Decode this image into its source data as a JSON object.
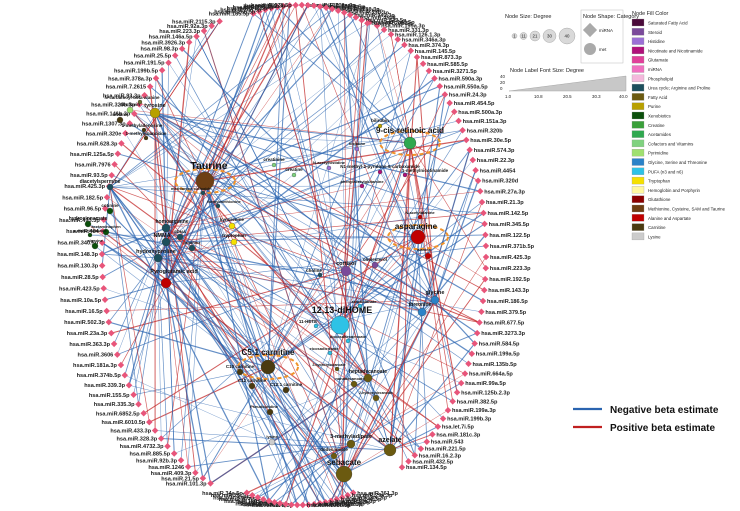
{
  "metabolites": [
    {
      "name": "Taurine",
      "fs": 10.5,
      "color": "#6e3f14"
    },
    {
      "name": "9-cis-retinoic acid",
      "fs": 8,
      "color": "#2fa84f"
    },
    {
      "name": "asparagine",
      "fs": 8,
      "color": "#c00000"
    },
    {
      "name": "12,13-diHOME",
      "fs": 9,
      "color": "#2ec2e6"
    },
    {
      "name": "C5:1 carnitine",
      "fs": 8,
      "color": "#4a3a10"
    },
    {
      "name": "sebacate",
      "fs": 8,
      "color": "#6b5a10"
    },
    {
      "name": "azelate",
      "fs": 7,
      "color": "#6b5a10"
    },
    {
      "name": "3-methyladipate",
      "fs": 5.5,
      "color": "#6b5a10"
    },
    {
      "name": "dodecanoate",
      "fs": 4.5,
      "color": "#6b5a10"
    },
    {
      "name": "Pyroglutamic acid",
      "fs": 5.5,
      "color": "#c00000"
    },
    {
      "name": "hydroxyproline",
      "fs": 5.5,
      "color": "#1c4f5c"
    },
    {
      "name": "NMMA",
      "fs": 5.5,
      "color": "#1c4f5c"
    },
    {
      "name": "homoarginine",
      "fs": 5,
      "color": "#1c4f5c"
    },
    {
      "name": "ornithine",
      "fs": 4,
      "color": "#1c4f5c"
    },
    {
      "name": "SDMA",
      "fs": 4,
      "color": "#1c4f5c"
    },
    {
      "name": "tyrosine",
      "fs": 5.5,
      "color": "#b8a000"
    },
    {
      "name": "diacetylspermine",
      "fs": 5,
      "color": "#1c4f5c"
    },
    {
      "name": "cortisol",
      "fs": 5.5,
      "color": "#7a4a9a"
    },
    {
      "name": "cholesterol",
      "fs": 4.5,
      "color": "#7a4a9a"
    },
    {
      "name": "glycine",
      "fs": 5.5,
      "color": "#2a82c8"
    },
    {
      "name": "threonine",
      "fs": 5,
      "color": "#2a82c8"
    },
    {
      "name": "alanine",
      "fs": 4,
      "color": "#c00000"
    },
    {
      "name": "heptadecanoate",
      "fs": 5,
      "color": "#6b5a10"
    },
    {
      "name": "nonadecanoate",
      "fs": 4,
      "color": "#6b5a10"
    },
    {
      "name": "2-hydroxyoctanoate",
      "fs": 3.5,
      "color": "#6b5a10"
    },
    {
      "name": "2-hydroxydecanoate",
      "fs": 3.5,
      "color": "#6b5a10"
    },
    {
      "name": "C10 carnitine",
      "fs": 4.5,
      "color": "#4a3a10"
    },
    {
      "name": "C12 carnitine",
      "fs": 4.5,
      "color": "#4a3a10"
    },
    {
      "name": "C12:1 carnitine",
      "fs": 4.5,
      "color": "#4a3a10"
    },
    {
      "name": "Pseudouridine",
      "fs": 4,
      "color": "#4a3a10"
    },
    {
      "name": "lysine",
      "fs": 4,
      "color": "#cccccc"
    },
    {
      "name": "choline",
      "fs": 4.5,
      "color": "#1c4f5c"
    },
    {
      "name": "11-HETE",
      "fs": 4.5,
      "color": "#2ec2e6"
    },
    {
      "name": "arachidonate",
      "fs": 4,
      "color": "#2ec2e6"
    },
    {
      "name": "docosahexaenoate",
      "fs": 4,
      "color": "#2ec2e6"
    },
    {
      "name": "eicosadienoate",
      "fs": 4,
      "color": "#2ec2e6"
    },
    {
      "name": "creatinine",
      "fs": 4.5,
      "color": "#7fd27f"
    },
    {
      "name": "creatine",
      "fs": 4.5,
      "color": "#7fd27f"
    },
    {
      "name": "N-acetylhistidine",
      "fs": 4,
      "color": "#9b6fd6"
    },
    {
      "name": "histidine",
      "fs": 4,
      "color": "#9b6fd6"
    },
    {
      "name": "N1-methyl-2-pyridone-5-carboxamide",
      "fs": 4.5,
      "color": "#b0107a"
    },
    {
      "name": "1-methylnicotinamide",
      "fs": 4.5,
      "color": "#b0107a"
    },
    {
      "name": "phenylacetylglutamine",
      "fs": 4,
      "color": "#b0107a"
    },
    {
      "name": "bilirubin",
      "fs": 4.5,
      "color": "#b8a000"
    },
    {
      "name": "N-acetylalanine",
      "fs": 4,
      "color": "#c00000"
    },
    {
      "name": "kynurenine",
      "fs": 4.5,
      "color": "#f5e000"
    },
    {
      "name": "tryptophan",
      "fs": 4.5,
      "color": "#f5e000"
    },
    {
      "name": "methionine sulfoxide",
      "fs": 4,
      "color": "#1c4f5c"
    },
    {
      "name": "formylmethionine",
      "fs": 4,
      "color": "#1c4f5c"
    },
    {
      "name": "riboflavin",
      "fs": 4.5,
      "color": "#a0e070"
    },
    {
      "name": "uridine",
      "fs": 4.5,
      "color": "#4a3a10"
    },
    {
      "name": "1-methylguanosine",
      "fs": 4.5,
      "color": "#4a3a10"
    },
    {
      "name": "1-methyladenosine",
      "fs": 4.5,
      "color": "#4a3a10"
    },
    {
      "name": "cotinine",
      "fs": 4.5,
      "color": "#0b4f0b"
    },
    {
      "name": "hydrocinnamate",
      "fs": 5,
      "color": "#0b4f0b"
    },
    {
      "name": "acetaminophen",
      "fs": 4,
      "color": "#0b4f0b"
    },
    {
      "name": "sulfamethoxazole",
      "fs": 4,
      "color": "#0b4f0b"
    },
    {
      "name": "piperine",
      "fs": 4,
      "color": "#0b4f0b"
    },
    {
      "name": "N-carbamoyl-beta-alanine",
      "fs": 4.5,
      "color": "#6e6e30"
    }
  ],
  "mirnas_left": [
    "hsa.miR.2115.3p",
    "hsa.miR.92a.3p",
    "hsa.miR.223.3p",
    "hsa.miR.146a.5p",
    "hsa.miR.3926.3p",
    "hsa.miR.98.3p",
    "hsa.miR.25.5p",
    "hsa.miR.191.5p",
    "hsa.miR.199b.5p",
    "hsa.miR.378a.3p",
    "hsa.miR.7.2615",
    "hsa.miR.93.3p",
    "hsa.miR.320b.3p",
    "hsa.miR.146b.3p",
    "hsa.miR.1307.3p",
    "hsa.miR.320e",
    "hsa.miR.628.3p",
    "hsa.miR.125a.5p",
    "hsa.miR.7976",
    "hsa.miR.93.5p",
    "hsa.miR.425.3p",
    "hsa.miR.182.5p",
    "hsa.miR.96.5p",
    "hsa.miR.493.3p",
    "hsa.miR.484",
    "hsa.miR.340.5p",
    "hsa.miR.148.3p",
    "hsa.miR.130.3p",
    "hsa.miR.28.5p",
    "hsa.miR.423.5p",
    "hsa.miR.10a.5p",
    "hsa.miR.16.5p",
    "hsa.miR.502.3p",
    "hsa.miR.23a.3p",
    "hsa.miR.363.3p",
    "hsa.miR.3606",
    "hsa.miR.181a.3p",
    "hsa.miR.374b.5p",
    "hsa.miR.339.3p",
    "hsa.miR.155.5p",
    "hsa.miR.335.3p",
    "hsa.miR.6852.5p",
    "hsa.miR.6010.5p",
    "hsa.miR.433.3p",
    "hsa.miR.328.3p",
    "hsa.miR.4732.3p",
    "hsa.miR.885.5p",
    "hsa.miR.92b.3p",
    "hsa.miR.1246",
    "hsa.miR.409.3p",
    "hsa.miR.21.5p",
    "hsa.miR.101.3p"
  ],
  "mirnas_right": [
    "hsa.miR.148.5p",
    "hsa.miR.199a.3p",
    "hsa.miR.331.3p",
    "hsa.miR.126.1.3p",
    "hsa.miR.346a.3p",
    "hsa.miR.374.3p",
    "hsa.miR.145.5p",
    "hsa.miR.873.3p",
    "hsa.miR.585.5p",
    "hsa.miR.3271.5p",
    "hsa.miR.590a.3p",
    "hsa.miR.550a.5p",
    "hsa.miR.24.3p",
    "hsa.miR.454.5p",
    "hsa.miR.500a.3p",
    "hsa.miR.151a.3p",
    "hsa.miR.320b",
    "hsa.miR.30e.5p",
    "hsa.miR.574.3p",
    "hsa.miR.22.3p",
    "hsa.miR.4454",
    "hsa.miR.320d",
    "hsa.miR.27a.3p",
    "hsa.miR.21.3p",
    "hsa.miR.142.5p",
    "hsa.miR.345.5p",
    "hsa.miR.122.5p",
    "hsa.miR.371b.5p",
    "hsa.miR.425.3p",
    "hsa.miR.223.3p",
    "hsa.miR.192.5p",
    "hsa.miR.143.3p",
    "hsa.miR.186.5p",
    "hsa.miR.379.5p",
    "hsa.miR.677.5p",
    "hsa.miR.3273.3p",
    "hsa.miR.584.5p",
    "hsa.miR.199a.5p",
    "hsa.miR.135b.5p",
    "hsa.miR.664a.5p",
    "hsa.miR.99a.5p",
    "hsa.miR.125b.2.3p",
    "hsa.miR.382.5p",
    "hsa.miR.199a.3p",
    "hsa.miR.199b.3p",
    "hsa.let.7i.5p",
    "hsa.miR.181c.3p",
    "hsa.miR.543",
    "hsa.miR.221.5p",
    "hsa.miR.16.2.3p",
    "hsa.miR.432.5p",
    "hsa.miR.134.5p"
  ],
  "mirnas_top": [
    "hsa.miR.185.5p",
    "hsa.miR.26b.5p",
    "hsa.miR.30d.5p",
    "hsa.miR.142.3p",
    "hsa.miR.29c.3p",
    "hsa.miR.151b",
    "hsa.miR.652.3p",
    "hsa.miR.671.5p",
    "hsa.miR.107",
    "hsa.miR.103a.3p",
    "hsa.miR.532.5p",
    "hsa.miR.660.5p",
    "hsa.miR.2110",
    "hsa.miR.1180.3p",
    "hsa.miR.126.3p",
    "hsa.miR.210.3p",
    "hsa.miR.342.3p",
    "hsa.miR.4508",
    "hsa.miR.629.5p",
    "hsa.miR.20b.5p"
  ],
  "mirnas_bottom": [
    "hsa.miR.361.3p",
    "hsa.miR.29a.3p",
    "hsa.miR.30c.5p",
    "hsa.miR.140.3p",
    "hsa.miR.19a.3p",
    "hsa.miR.15b.5p",
    "hsa.miR.195.5p",
    "hsa.miR.148b.3p",
    "hsa.miR.17.5p",
    "hsa.miR.106b.3p",
    "hsa.miR.27b.3p",
    "hsa.miR.181b.5p",
    "hsa.miR.324.5p",
    "hsa.miR.576.5p",
    "hsa.miR.941",
    "hsa.miR.150.5p",
    "hsa.miR.877.5p",
    "hsa.miR.33a.5p",
    "hsa.miR.25.3p",
    "hsa.miR.34a.5p"
  ],
  "legend": {
    "size_title": "Node Size:  Degree",
    "size_values": [
      "1",
      "11",
      "21",
      "30",
      "40"
    ],
    "shape_title": "Node Shape:  Category",
    "shape_items": [
      "miRNA",
      "met"
    ],
    "fontsize_title": "Node Label Font Size:  Degree",
    "fontsize_axis": [
      "40",
      "20",
      "0"
    ],
    "fontsize_ticks": [
      "1.0",
      "10.8",
      "20.5",
      "30.3",
      "40.0"
    ],
    "fill_title": "Node Fill Color",
    "fill_items": [
      {
        "label": "Saturated Fatty Acid",
        "color": "#4a0a3a"
      },
      {
        "label": "Steroid",
        "color": "#7a4a9a"
      },
      {
        "label": "Histidine",
        "color": "#9b6fd6"
      },
      {
        "label": "Nicotinate and Nicotinamide",
        "color": "#b0107a"
      },
      {
        "label": "Glutamate",
        "color": "#e0409a"
      },
      {
        "label": "miRNA",
        "color": "#f070c0"
      },
      {
        "label": "Phospholipid",
        "color": "#f4b8dc"
      },
      {
        "label": "Urea cycle; Arginine and Proline",
        "color": "#1c4f5c"
      },
      {
        "label": "Fatty Acid",
        "color": "#6b5a10"
      },
      {
        "label": "Purine",
        "color": "#b8a000"
      },
      {
        "label": "Xenobiotics",
        "color": "#0b4f0b"
      },
      {
        "label": "Creatine",
        "color": "#3aa03a"
      },
      {
        "label": "Acetamides",
        "color": "#2fa84f"
      },
      {
        "label": "Cofactors and Vitamins",
        "color": "#7fd27f"
      },
      {
        "label": "Pyrimidine",
        "color": "#a0e070"
      },
      {
        "label": "Glycine, Serine and Threonine",
        "color": "#2a82c8"
      },
      {
        "label": "PUFA (n3 and n6)",
        "color": "#2ec2e6"
      },
      {
        "label": "Tryptophan",
        "color": "#f5e000"
      },
      {
        "label": "Hemoglobin and Porphyrin",
        "color": "#fff8a0"
      },
      {
        "label": "Glutathione",
        "color": "#8b0000"
      },
      {
        "label": "Methionine, Cysteine, SAM and Taurine",
        "color": "#6e3f14"
      },
      {
        "label": "Alanine and Aspartate",
        "color": "#c00000"
      },
      {
        "label": "Carnitine",
        "color": "#4a3a10"
      },
      {
        "label": "Lysine",
        "color": "#cccccc"
      }
    ]
  },
  "edge_legend": {
    "negative_label": "Negative beta estimate",
    "positive_label": "Positive beta estimate",
    "negative_color": "#2a64b0",
    "positive_color": "#c02020"
  }
}
